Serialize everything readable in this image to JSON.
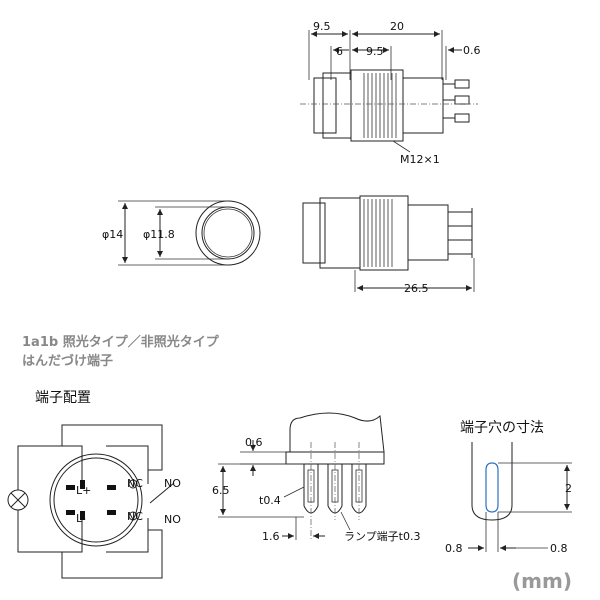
{
  "top_view": {
    "dims": {
      "d9_5_top": "9.5",
      "d20": "20",
      "d6": "6",
      "d9_5_mid": "9.5",
      "d0_6": "0.6"
    },
    "thread_label": "M12×1"
  },
  "front_view": {
    "outer_dia": "φ14",
    "inner_dia": "φ11.8"
  },
  "side_view": {
    "length": "26.5"
  },
  "section_title": {
    "line1": "1a1b 照光タイプ／非照光タイプ",
    "line2": "はんだづけ端子"
  },
  "terminal_layout": {
    "title": "端子配置",
    "labels": {
      "l_plus": "L+",
      "l_minus": "L-",
      "nc1": "NC",
      "no1": "NO",
      "nc2": "NC",
      "no2": "NO"
    }
  },
  "terminal_side": {
    "dims": {
      "d0_6": "0.6",
      "d6_5": "6.5",
      "t0_4": "t0.4",
      "d1_6": "1.6"
    },
    "lamp_label": "ランプ端子t0.3"
  },
  "terminal_hole": {
    "title": "端子穴の寸法",
    "dims": {
      "d2": "2",
      "d0_8_left": "0.8",
      "d0_8_right": "0.8"
    }
  },
  "unit": "(mm)"
}
